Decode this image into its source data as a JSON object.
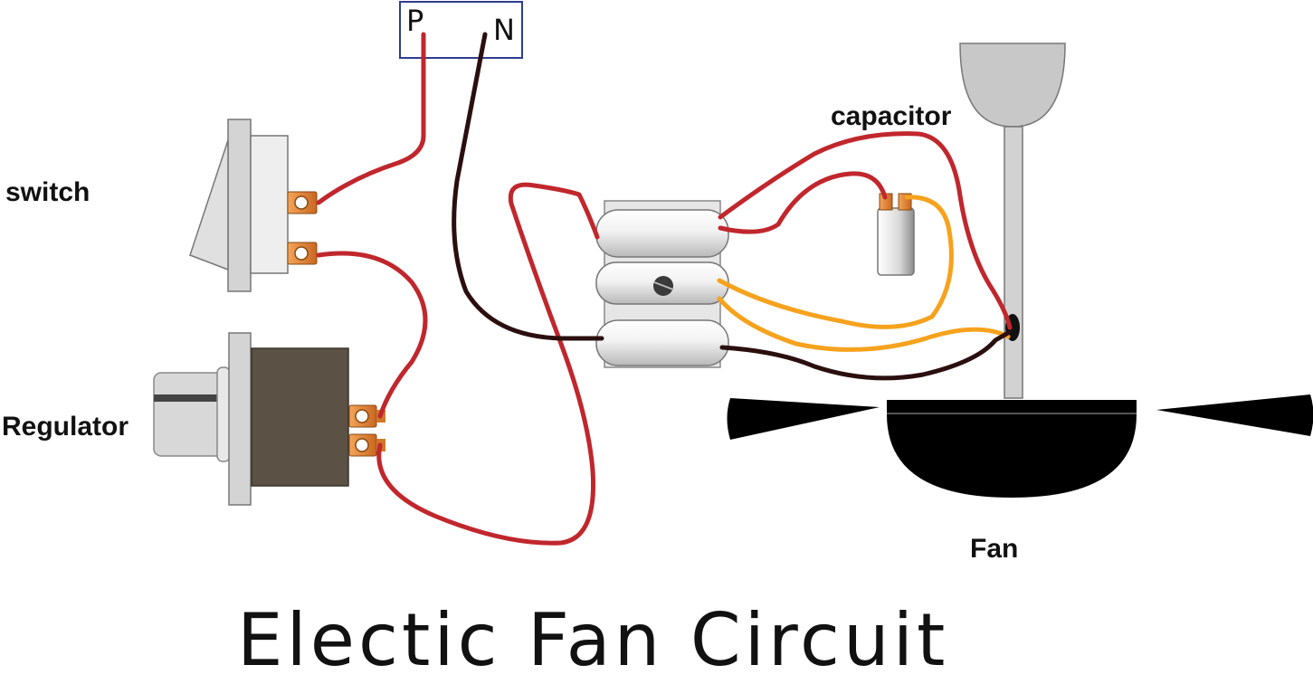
{
  "supply": {
    "phase_label": "P",
    "neutral_label": "N"
  },
  "labels": {
    "switch": "switch",
    "regulator": "Regulator",
    "capacitor": "capacitor",
    "fan": "Fan"
  },
  "title": "Electic Fan Circuit",
  "colors": {
    "phase_wire": "#c0272d",
    "neutral_wire": "#2b0f0f",
    "capacitor_wire": "#f6a21d",
    "terminal": "#e8883a",
    "regulator_body": "#5b5145",
    "fan_body": "#000000",
    "supply_box_border": "#2e3d8f"
  }
}
